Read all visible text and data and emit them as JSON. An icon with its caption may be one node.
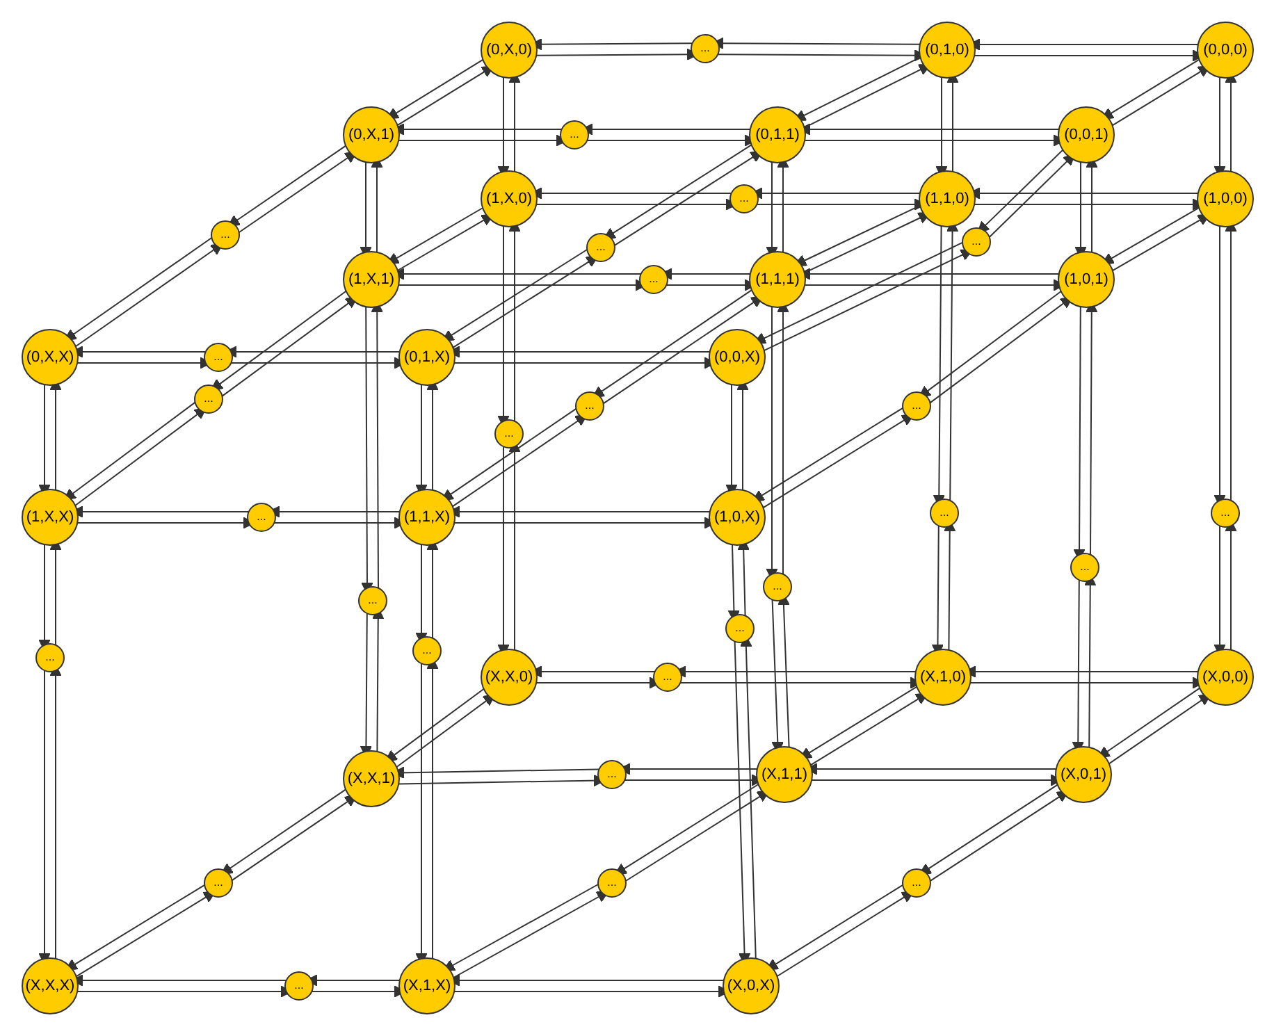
{
  "diagram": {
    "nodes": [
      {
        "text": [
          "(0,X,0)"
        ]
      },
      {
        "text": [
          "..."
        ]
      },
      {
        "text": [
          "(0,1,0)"
        ]
      },
      {
        "text": [
          "(0,0,0)"
        ]
      },
      {
        "text": [
          "(0,X,1)"
        ]
      },
      {
        "text": [
          "..."
        ]
      },
      {
        "text": [
          "(0,1,1)"
        ]
      },
      {
        "text": [
          "(0,0,1)"
        ]
      },
      {
        "text": [
          "(1,X,0)"
        ]
      },
      {
        "text": [
          "..."
        ]
      },
      {
        "text": [
          "(1,1,0)"
        ]
      },
      {
        "text": [
          "(1,0,0)"
        ]
      },
      {
        "text": [
          "..."
        ]
      },
      {
        "text": [
          "(1,X,1)"
        ]
      },
      {
        "text": [
          "..."
        ]
      },
      {
        "text": [
          "..."
        ]
      },
      {
        "text": [
          "(1,1,1)"
        ]
      },
      {
        "text": [
          "..."
        ]
      },
      {
        "text": [
          "(1,0,1)"
        ]
      },
      {
        "text": [
          "(0,X,X)"
        ]
      },
      {
        "text": [
          "..."
        ]
      },
      {
        "text": [
          "(0,1,X)"
        ]
      },
      {
        "text": [
          "(0,0,X)"
        ]
      },
      {
        "text": [
          "..."
        ]
      },
      {
        "text": [
          "..."
        ]
      },
      {
        "text": [
          "..."
        ]
      },
      {
        "text": [
          "..."
        ]
      },
      {
        "text": [
          "(1,X,X)"
        ]
      },
      {
        "text": [
          "..."
        ]
      },
      {
        "text": [
          "(1,1,X)"
        ]
      },
      {
        "text": [
          "(1,0,X)"
        ]
      },
      {
        "text": [
          "..."
        ]
      },
      {
        "text": [
          "..."
        ]
      },
      {
        "text": [
          "..."
        ]
      },
      {
        "text": [
          "..."
        ]
      },
      {
        "text": [
          "..."
        ]
      },
      {
        "text": [
          "..."
        ]
      },
      {
        "text": [
          "..."
        ]
      },
      {
        "text": [
          "..."
        ]
      },
      {
        "text": [
          "(X,X,0)"
        ]
      },
      {
        "text": [
          "..."
        ]
      },
      {
        "text": [
          "(X,1,0)"
        ]
      },
      {
        "text": [
          "(X,0,0)"
        ]
      },
      {
        "text": [
          "(X,X,1)"
        ]
      },
      {
        "text": [
          "..."
        ]
      },
      {
        "text": [
          "(X,1,1)"
        ]
      },
      {
        "text": [
          "(X,0,1)"
        ]
      },
      {
        "text": [
          "..."
        ]
      },
      {
        "text": [
          "..."
        ]
      },
      {
        "text": [
          "..."
        ]
      },
      {
        "text": [
          "(X,X,X)"
        ]
      },
      {
        "text": [
          "..."
        ]
      },
      {
        "text": [
          "(X,1,X)"
        ]
      },
      {
        "text": [
          "(X,0,X)"
        ]
      }
    ],
    "edges": [
      {
        "from": 0,
        "to": 8,
        "arrow": "to"
      },
      {
        "from": 8,
        "to": 0,
        "arrow": "to"
      },
      {
        "from": 2,
        "to": 10,
        "arrow": "to"
      },
      {
        "from": 10,
        "to": 2,
        "arrow": "to"
      },
      {
        "from": 3,
        "to": 11,
        "arrow": "to"
      },
      {
        "from": 11,
        "to": 3,
        "arrow": "to"
      },
      {
        "from": 4,
        "to": 13,
        "arrow": "to"
      },
      {
        "from": 13,
        "to": 4,
        "arrow": "to"
      },
      {
        "from": 6,
        "to": 16,
        "arrow": "to"
      },
      {
        "from": 16,
        "to": 6,
        "arrow": "to"
      },
      {
        "from": 7,
        "to": 18,
        "arrow": "to"
      },
      {
        "from": 18,
        "to": 7,
        "arrow": "to"
      },
      {
        "from": 19,
        "to": 27,
        "arrow": "to"
      },
      {
        "from": 27,
        "to": 19,
        "arrow": "to"
      },
      {
        "from": 21,
        "to": 29,
        "arrow": "to"
      },
      {
        "from": 29,
        "to": 21,
        "arrow": "to"
      },
      {
        "from": 22,
        "to": 30,
        "arrow": "to"
      },
      {
        "from": 30,
        "to": 22,
        "arrow": "to"
      },
      {
        "from": 2,
        "to": 3,
        "arrow": "to"
      },
      {
        "from": 3,
        "to": 2,
        "arrow": "to"
      },
      {
        "from": 6,
        "to": 7,
        "arrow": "to"
      },
      {
        "from": 7,
        "to": 6,
        "arrow": "to"
      },
      {
        "from": 21,
        "to": 22,
        "arrow": "to"
      },
      {
        "from": 22,
        "to": 21,
        "arrow": "to"
      },
      {
        "from": 10,
        "to": 11,
        "arrow": "to"
      },
      {
        "from": 11,
        "to": 10,
        "arrow": "to"
      },
      {
        "from": 16,
        "to": 18,
        "arrow": "to"
      },
      {
        "from": 18,
        "to": 16,
        "arrow": "to"
      },
      {
        "from": 29,
        "to": 30,
        "arrow": "to"
      },
      {
        "from": 30,
        "to": 29,
        "arrow": "to"
      },
      {
        "from": 41,
        "to": 42,
        "arrow": "to"
      },
      {
        "from": 42,
        "to": 41,
        "arrow": "to"
      },
      {
        "from": 45,
        "to": 46,
        "arrow": "to"
      },
      {
        "from": 46,
        "to": 45,
        "arrow": "to"
      },
      {
        "from": 52,
        "to": 53,
        "arrow": "to"
      },
      {
        "from": 53,
        "to": 52,
        "arrow": "to"
      },
      {
        "from": 0,
        "to": 4,
        "arrow": "to"
      },
      {
        "from": 4,
        "to": 0,
        "arrow": "to"
      },
      {
        "from": 2,
        "to": 6,
        "arrow": "to"
      },
      {
        "from": 6,
        "to": 2,
        "arrow": "to"
      },
      {
        "from": 3,
        "to": 7,
        "arrow": "to"
      },
      {
        "from": 7,
        "to": 3,
        "arrow": "to"
      },
      {
        "from": 8,
        "to": 13,
        "arrow": "to"
      },
      {
        "from": 13,
        "to": 8,
        "arrow": "to"
      },
      {
        "from": 10,
        "to": 16,
        "arrow": "to"
      },
      {
        "from": 16,
        "to": 10,
        "arrow": "to"
      },
      {
        "from": 11,
        "to": 18,
        "arrow": "to"
      },
      {
        "from": 18,
        "to": 11,
        "arrow": "to"
      },
      {
        "from": 39,
        "to": 43,
        "arrow": "to"
      },
      {
        "from": 43,
        "to": 39,
        "arrow": "to"
      },
      {
        "from": 41,
        "to": 45,
        "arrow": "to"
      },
      {
        "from": 45,
        "to": 41,
        "arrow": "to"
      },
      {
        "from": 42,
        "to": 46,
        "arrow": "to"
      },
      {
        "from": 46,
        "to": 42,
        "arrow": "to"
      },
      {
        "from": 8,
        "to": 24,
        "arrow": "to"
      },
      {
        "from": 24,
        "to": 8,
        "arrow": "to"
      },
      {
        "from": 24,
        "to": 39,
        "arrow": "to"
      },
      {
        "from": 39,
        "to": 24,
        "arrow": "to"
      },
      {
        "from": 10,
        "to": 31,
        "arrow": "to"
      },
      {
        "from": 31,
        "to": 10,
        "arrow": "to"
      },
      {
        "from": 31,
        "to": 41,
        "arrow": "to"
      },
      {
        "from": 41,
        "to": 31,
        "arrow": "to"
      },
      {
        "from": 11,
        "to": 32,
        "arrow": "to"
      },
      {
        "from": 32,
        "to": 11,
        "arrow": "to"
      },
      {
        "from": 32,
        "to": 42,
        "arrow": "to"
      },
      {
        "from": 42,
        "to": 32,
        "arrow": "to"
      },
      {
        "from": 13,
        "to": 34,
        "arrow": "to"
      },
      {
        "from": 34,
        "to": 13,
        "arrow": "to"
      },
      {
        "from": 34,
        "to": 43,
        "arrow": "to"
      },
      {
        "from": 43,
        "to": 34,
        "arrow": "to"
      },
      {
        "from": 16,
        "to": 37,
        "arrow": "to"
      },
      {
        "from": 37,
        "to": 16,
        "arrow": "to"
      },
      {
        "from": 37,
        "to": 45,
        "arrow": "to"
      },
      {
        "from": 45,
        "to": 37,
        "arrow": "to"
      },
      {
        "from": 18,
        "to": 38,
        "arrow": "to"
      },
      {
        "from": 38,
        "to": 18,
        "arrow": "to"
      },
      {
        "from": 38,
        "to": 46,
        "arrow": "to"
      },
      {
        "from": 46,
        "to": 38,
        "arrow": "to"
      },
      {
        "from": 27,
        "to": 33,
        "arrow": "to"
      },
      {
        "from": 33,
        "to": 27,
        "arrow": "to"
      },
      {
        "from": 33,
        "to": 50,
        "arrow": "to"
      },
      {
        "from": 50,
        "to": 33,
        "arrow": "to"
      },
      {
        "from": 29,
        "to": 35,
        "arrow": "to"
      },
      {
        "from": 35,
        "to": 29,
        "arrow": "to"
      },
      {
        "from": 35,
        "to": 52,
        "arrow": "to"
      },
      {
        "from": 52,
        "to": 35,
        "arrow": "to"
      },
      {
        "from": 30,
        "to": 36,
        "arrow": "to"
      },
      {
        "from": 36,
        "to": 30,
        "arrow": "to"
      },
      {
        "from": 36,
        "to": 53,
        "arrow": "to"
      },
      {
        "from": 53,
        "to": 36,
        "arrow": "to"
      },
      {
        "from": 0,
        "to": 1,
        "arrow": "to"
      },
      {
        "from": 1,
        "to": 0,
        "arrow": "to"
      },
      {
        "from": 1,
        "to": 2,
        "arrow": "to"
      },
      {
        "from": 2,
        "to": 1,
        "arrow": "to"
      },
      {
        "from": 4,
        "to": 5,
        "arrow": "to"
      },
      {
        "from": 5,
        "to": 4,
        "arrow": "to"
      },
      {
        "from": 5,
        "to": 6,
        "arrow": "to"
      },
      {
        "from": 6,
        "to": 5,
        "arrow": "to"
      },
      {
        "from": 19,
        "to": 20,
        "arrow": "to"
      },
      {
        "from": 20,
        "to": 19,
        "arrow": "to"
      },
      {
        "from": 20,
        "to": 21,
        "arrow": "to"
      },
      {
        "from": 21,
        "to": 20,
        "arrow": "to"
      },
      {
        "from": 8,
        "to": 9,
        "arrow": "to"
      },
      {
        "from": 9,
        "to": 8,
        "arrow": "to"
      },
      {
        "from": 9,
        "to": 10,
        "arrow": "to"
      },
      {
        "from": 10,
        "to": 9,
        "arrow": "to"
      },
      {
        "from": 13,
        "to": 14,
        "arrow": "to"
      },
      {
        "from": 14,
        "to": 13,
        "arrow": "to"
      },
      {
        "from": 14,
        "to": 16,
        "arrow": "to"
      },
      {
        "from": 16,
        "to": 14,
        "arrow": "to"
      },
      {
        "from": 27,
        "to": 28,
        "arrow": "to"
      },
      {
        "from": 28,
        "to": 27,
        "arrow": "to"
      },
      {
        "from": 28,
        "to": 29,
        "arrow": "to"
      },
      {
        "from": 29,
        "to": 28,
        "arrow": "to"
      },
      {
        "from": 39,
        "to": 40,
        "arrow": "to"
      },
      {
        "from": 40,
        "to": 39,
        "arrow": "to"
      },
      {
        "from": 40,
        "to": 41,
        "arrow": "to"
      },
      {
        "from": 41,
        "to": 40,
        "arrow": "to"
      },
      {
        "from": 43,
        "to": 44,
        "arrow": "to"
      },
      {
        "from": 44,
        "to": 43,
        "arrow": "to"
      },
      {
        "from": 44,
        "to": 45,
        "arrow": "to"
      },
      {
        "from": 45,
        "to": 44,
        "arrow": "to"
      },
      {
        "from": 50,
        "to": 51,
        "arrow": "to"
      },
      {
        "from": 51,
        "to": 50,
        "arrow": "to"
      },
      {
        "from": 51,
        "to": 52,
        "arrow": "to"
      },
      {
        "from": 52,
        "to": 51,
        "arrow": "to"
      },
      {
        "from": 4,
        "to": 12,
        "arrow": "to"
      },
      {
        "from": 12,
        "to": 4,
        "arrow": "to"
      },
      {
        "from": 12,
        "to": 19,
        "arrow": "to"
      },
      {
        "from": 19,
        "to": 12,
        "arrow": "to"
      },
      {
        "from": 6,
        "to": 15,
        "arrow": "to"
      },
      {
        "from": 15,
        "to": 6,
        "arrow": "to"
      },
      {
        "from": 15,
        "to": 21,
        "arrow": "to"
      },
      {
        "from": 21,
        "to": 15,
        "arrow": "to"
      },
      {
        "from": 7,
        "to": 17,
        "arrow": "to"
      },
      {
        "from": 17,
        "to": 7,
        "arrow": "to"
      },
      {
        "from": 17,
        "to": 22,
        "arrow": "to"
      },
      {
        "from": 22,
        "to": 17,
        "arrow": "to"
      },
      {
        "from": 13,
        "to": 23,
        "arrow": "to"
      },
      {
        "from": 23,
        "to": 13,
        "arrow": "to"
      },
      {
        "from": 23,
        "to": 27,
        "arrow": "to"
      },
      {
        "from": 27,
        "to": 23,
        "arrow": "to"
      },
      {
        "from": 16,
        "to": 25,
        "arrow": "to"
      },
      {
        "from": 25,
        "to": 16,
        "arrow": "to"
      },
      {
        "from": 25,
        "to": 29,
        "arrow": "to"
      },
      {
        "from": 29,
        "to": 25,
        "arrow": "to"
      },
      {
        "from": 18,
        "to": 26,
        "arrow": "to"
      },
      {
        "from": 26,
        "to": 18,
        "arrow": "to"
      },
      {
        "from": 26,
        "to": 30,
        "arrow": "to"
      },
      {
        "from": 30,
        "to": 26,
        "arrow": "to"
      },
      {
        "from": 43,
        "to": 47,
        "arrow": "to"
      },
      {
        "from": 47,
        "to": 43,
        "arrow": "to"
      },
      {
        "from": 47,
        "to": 50,
        "arrow": "to"
      },
      {
        "from": 50,
        "to": 47,
        "arrow": "to"
      },
      {
        "from": 45,
        "to": 48,
        "arrow": "to"
      },
      {
        "from": 48,
        "to": 45,
        "arrow": "to"
      },
      {
        "from": 48,
        "to": 52,
        "arrow": "to"
      },
      {
        "from": 52,
        "to": 48,
        "arrow": "to"
      },
      {
        "from": 46,
        "to": 49,
        "arrow": "to"
      },
      {
        "from": 49,
        "to": 46,
        "arrow": "to"
      },
      {
        "from": 49,
        "to": 53,
        "arrow": "to"
      },
      {
        "from": 53,
        "to": 49,
        "arrow": "to"
      }
    ]
  }
}
